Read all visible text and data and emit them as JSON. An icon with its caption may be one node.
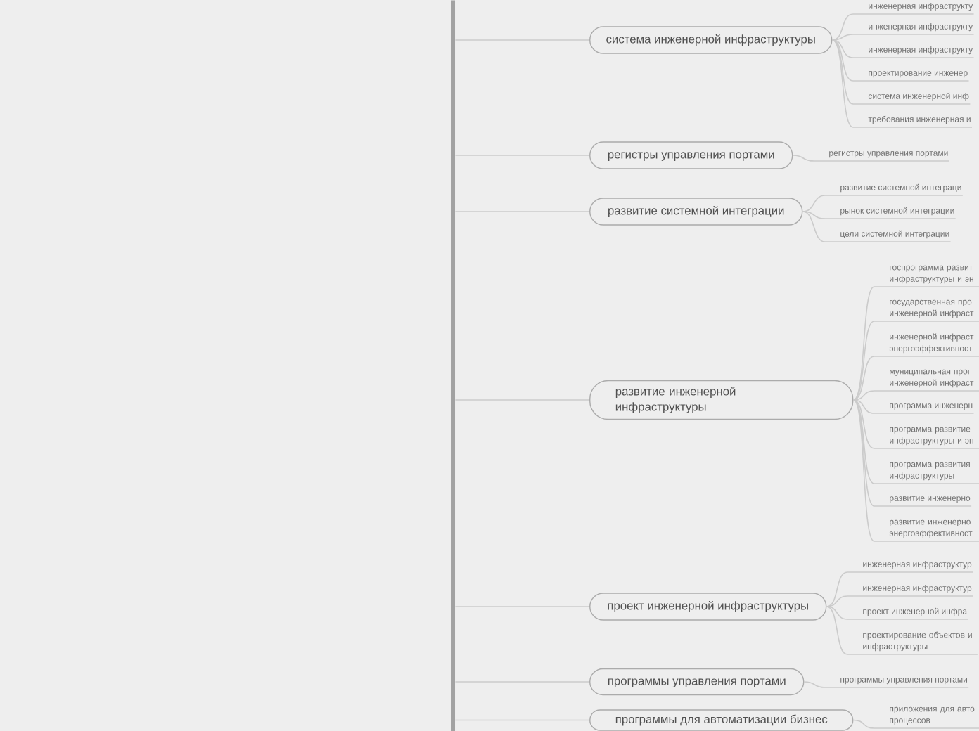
{
  "diagram": {
    "nodes": [
      {
        "text": [],
        "shape": "bar"
      },
      {
        "text": [
          "система инженерной инфраструктуры"
        ]
      },
      {
        "text": [
          "инженерная инфраструкту"
        ]
      },
      {
        "text": [
          "инженерная инфраструкту"
        ]
      },
      {
        "text": [
          "инженерная инфраструкту"
        ]
      },
      {
        "text": [
          "проектирование инженер"
        ]
      },
      {
        "text": [
          "система инженерной инф"
        ]
      },
      {
        "text": [
          "требования инженерная и"
        ]
      },
      {
        "text": [
          "регистры управления портами"
        ]
      },
      {
        "text": [
          "регистры управления портами"
        ]
      },
      {
        "text": [
          "развитие системной интеграции"
        ]
      },
      {
        "text": [
          "развитие системной интеграци"
        ]
      },
      {
        "text": [
          "рынок системной интеграции"
        ]
      },
      {
        "text": [
          "цели системной интеграции"
        ]
      },
      {
        "text": [
          "развитие инженерной инфраструктуры"
        ]
      },
      {
        "text": [
          "госпрограмма развит инфраструктуры и эн"
        ]
      },
      {
        "text": [
          "государственная про инженерной инфраст"
        ]
      },
      {
        "text": [
          "инженерной инфраст энергоэффективност"
        ]
      },
      {
        "text": [
          "муниципальная прог инженерной инфраст"
        ]
      },
      {
        "text": [
          "программа инженерн"
        ]
      },
      {
        "text": [
          "программа развитие инфраструктуры и эн"
        ]
      },
      {
        "text": [
          "программа развития инфраструктуры"
        ]
      },
      {
        "text": [
          "развитие инженерно"
        ]
      },
      {
        "text": [
          "развитие инженерно энергоэффективност"
        ]
      },
      {
        "text": [
          "проект инженерной инфраструктуры"
        ]
      },
      {
        "text": [
          "инженерная инфраструктур"
        ]
      },
      {
        "text": [
          "инженерная инфраструктур"
        ]
      },
      {
        "text": [
          "проект инженерной инфра"
        ]
      },
      {
        "text": [
          "проектирование объектов и инфраструктуры"
        ]
      },
      {
        "text": [
          "программы управления портами"
        ]
      },
      {
        "text": [
          "программы управления портами"
        ]
      },
      {
        "text": [
          "программы для автоматизации бизнес"
        ]
      },
      {
        "text": [
          "приложения для авто процессов"
        ]
      }
    ],
    "edges": [
      {
        "from": 0,
        "to": 1,
        "arrow": "none"
      },
      {
        "from": 0,
        "to": 8,
        "arrow": "none"
      },
      {
        "from": 0,
        "to": 10,
        "arrow": "none"
      },
      {
        "from": 0,
        "to": 14,
        "arrow": "none"
      },
      {
        "from": 0,
        "to": 24,
        "arrow": "none"
      },
      {
        "from": 0,
        "to": 29,
        "arrow": "none"
      },
      {
        "from": 0,
        "to": 31,
        "arrow": "none"
      },
      {
        "from": 1,
        "to": 2,
        "arrow": "none"
      },
      {
        "from": 1,
        "to": 3,
        "arrow": "none"
      },
      {
        "from": 1,
        "to": 4,
        "arrow": "none"
      },
      {
        "from": 1,
        "to": 5,
        "arrow": "none"
      },
      {
        "from": 1,
        "to": 6,
        "arrow": "none"
      },
      {
        "from": 1,
        "to": 7,
        "arrow": "none"
      },
      {
        "from": 8,
        "to": 9,
        "arrow": "none"
      },
      {
        "from": 10,
        "to": 11,
        "arrow": "none"
      },
      {
        "from": 10,
        "to": 12,
        "arrow": "none"
      },
      {
        "from": 10,
        "to": 13,
        "arrow": "none"
      },
      {
        "from": 14,
        "to": 15,
        "arrow": "none"
      },
      {
        "from": 14,
        "to": 16,
        "arrow": "none"
      },
      {
        "from": 14,
        "to": 17,
        "arrow": "none"
      },
      {
        "from": 14,
        "to": 18,
        "arrow": "none"
      },
      {
        "from": 14,
        "to": 19,
        "arrow": "none"
      },
      {
        "from": 14,
        "to": 20,
        "arrow": "none"
      },
      {
        "from": 14,
        "to": 21,
        "arrow": "none"
      },
      {
        "from": 14,
        "to": 22,
        "arrow": "none"
      },
      {
        "from": 14,
        "to": 23,
        "arrow": "none"
      },
      {
        "from": 24,
        "to": 25,
        "arrow": "none"
      },
      {
        "from": 24,
        "to": 26,
        "arrow": "none"
      },
      {
        "from": 24,
        "to": 27,
        "arrow": "none"
      },
      {
        "from": 24,
        "to": 28,
        "arrow": "none"
      },
      {
        "from": 29,
        "to": 30,
        "arrow": "none"
      },
      {
        "from": 31,
        "to": 32,
        "arrow": "none"
      }
    ]
  }
}
